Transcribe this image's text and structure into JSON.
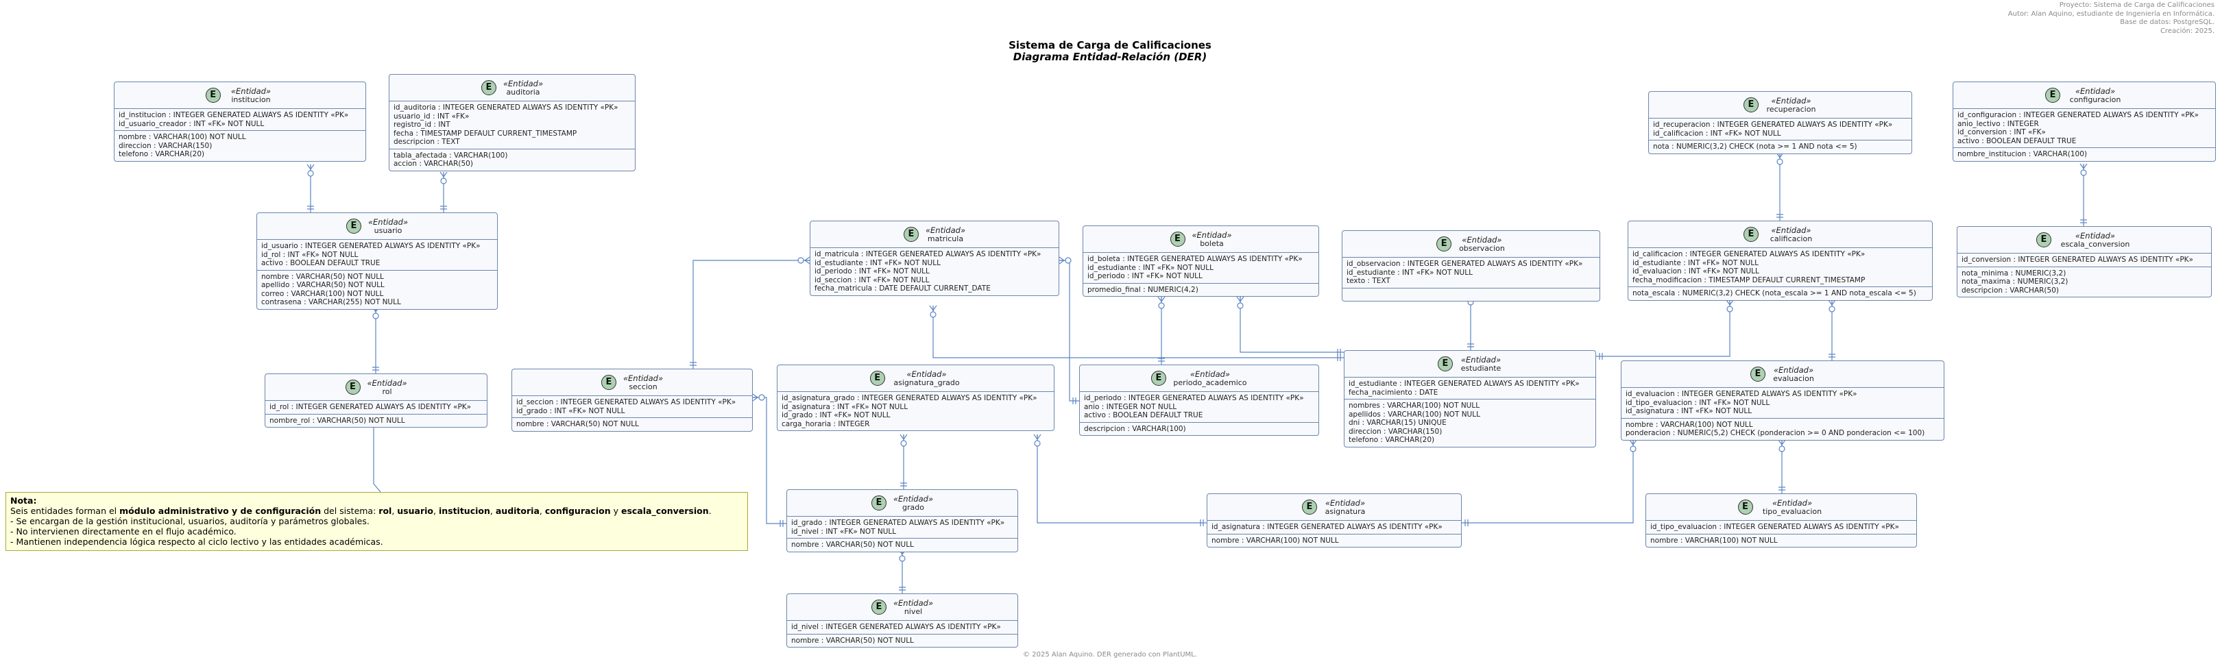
{
  "header": {
    "lines": [
      "Proyecto: Sistema de Carga de Calificaciones",
      "Autor: Alan Aquino, estudiante de Ingeniería en Informática.",
      "Base de datos: PostgreSQL.",
      "Creación: 2025."
    ]
  },
  "title": "Sistema de Carga de Calificaciones",
  "subtitle": "Diagrama Entidad-Relación (DER)",
  "footer": "© 2025 Alan Aquino. DER generado con PlantUML.",
  "stereotype": "«Entidad»",
  "badge": "E",
  "entities": [
    {
      "key": "institucion",
      "name": "institucion",
      "sections": [
        [
          "id_institucion : INTEGER GENERATED ALWAYS AS IDENTITY «PK»",
          "id_usuario_creador : INT «FK» NOT NULL"
        ],
        [
          "nombre : VARCHAR(100) NOT NULL",
          "direccion : VARCHAR(150)",
          "telefono : VARCHAR(20)"
        ]
      ]
    },
    {
      "key": "auditoria",
      "name": "auditoria",
      "sections": [
        [
          "id_auditoria : INTEGER GENERATED ALWAYS AS IDENTITY «PK»",
          "usuario_id : INT «FK»",
          "registro_id : INT",
          "fecha : TIMESTAMP DEFAULT CURRENT_TIMESTAMP",
          "descripcion : TEXT"
        ],
        [
          "tabla_afectada : VARCHAR(100)",
          "accion : VARCHAR(50)"
        ]
      ]
    },
    {
      "key": "usuario",
      "name": "usuario",
      "sections": [
        [
          "id_usuario : INTEGER GENERATED ALWAYS AS IDENTITY «PK»",
          "id_rol : INT «FK» NOT NULL",
          "activo : BOOLEAN DEFAULT TRUE"
        ],
        [
          "nombre : VARCHAR(50) NOT NULL",
          "apellido : VARCHAR(50) NOT NULL",
          "correo : VARCHAR(100) NOT NULL",
          "contrasena : VARCHAR(255) NOT NULL"
        ]
      ]
    },
    {
      "key": "rol",
      "name": "rol",
      "sections": [
        [
          "id_rol : INTEGER GENERATED ALWAYS AS IDENTITY «PK»"
        ],
        [
          "nombre_rol : VARCHAR(50) NOT NULL"
        ]
      ]
    },
    {
      "key": "seccion",
      "name": "seccion",
      "sections": [
        [
          "id_seccion : INTEGER GENERATED ALWAYS AS IDENTITY «PK»",
          "id_grado : INT «FK» NOT NULL"
        ],
        [
          "nombre : VARCHAR(50) NOT NULL"
        ]
      ]
    },
    {
      "key": "matricula",
      "name": "matricula",
      "sections": [
        [
          "id_matricula : INTEGER GENERATED ALWAYS AS IDENTITY «PK»",
          "id_estudiante : INT «FK» NOT NULL",
          "id_periodo : INT «FK» NOT NULL",
          "id_seccion : INT «FK» NOT NULL",
          "fecha_matricula : DATE DEFAULT CURRENT_DATE"
        ]
      ]
    },
    {
      "key": "asignatura_grado",
      "name": "asignatura_grado",
      "sections": [
        [
          "id_asignatura_grado : INTEGER GENERATED ALWAYS AS IDENTITY «PK»",
          "id_asignatura : INT «FK» NOT NULL",
          "id_grado : INT «FK» NOT NULL",
          "carga_horaria : INTEGER"
        ]
      ]
    },
    {
      "key": "grado",
      "name": "grado",
      "sections": [
        [
          "id_grado : INTEGER GENERATED ALWAYS AS IDENTITY «PK»",
          "id_nivel : INT «FK» NOT NULL"
        ],
        [
          "nombre : VARCHAR(50) NOT NULL"
        ]
      ]
    },
    {
      "key": "nivel",
      "name": "nivel",
      "sections": [
        [
          "id_nivel : INTEGER GENERATED ALWAYS AS IDENTITY «PK»"
        ],
        [
          "nombre : VARCHAR(50) NOT NULL"
        ]
      ]
    },
    {
      "key": "boleta",
      "name": "boleta",
      "sections": [
        [
          "id_boleta : INTEGER GENERATED ALWAYS AS IDENTITY «PK»",
          "id_estudiante : INT «FK» NOT NULL",
          "id_periodo : INT «FK» NOT NULL"
        ],
        [
          "promedio_final : NUMERIC(4,2)"
        ]
      ]
    },
    {
      "key": "periodo_academico",
      "name": "periodo_academico",
      "sections": [
        [
          "id_periodo : INTEGER GENERATED ALWAYS AS IDENTITY «PK»",
          "anio : INTEGER NOT NULL",
          "activo : BOOLEAN DEFAULT TRUE"
        ],
        [
          "descripcion : VARCHAR(100)"
        ]
      ]
    },
    {
      "key": "observacion",
      "name": "observacion",
      "sections": [
        [
          "id_observacion : INTEGER GENERATED ALWAYS AS IDENTITY «PK»",
          "id_estudiante : INT «FK» NOT NULL",
          "texto : TEXT"
        ],
        [
          ""
        ]
      ]
    },
    {
      "key": "estudiante",
      "name": "estudiante",
      "sections": [
        [
          "id_estudiante : INTEGER GENERATED ALWAYS AS IDENTITY «PK»",
          "fecha_nacimiento : DATE"
        ],
        [
          "nombres : VARCHAR(100) NOT NULL",
          "apellidos : VARCHAR(100) NOT NULL",
          "dni : VARCHAR(15) UNIQUE",
          "direccion : VARCHAR(150)",
          "telefono : VARCHAR(20)"
        ]
      ]
    },
    {
      "key": "asignatura",
      "name": "asignatura",
      "sections": [
        [
          "id_asignatura : INTEGER GENERATED ALWAYS AS IDENTITY «PK»"
        ],
        [
          "nombre : VARCHAR(100) NOT NULL"
        ]
      ]
    },
    {
      "key": "recuperacion",
      "name": "recuperacion",
      "sections": [
        [
          "id_recuperacion : INTEGER GENERATED ALWAYS AS IDENTITY «PK»",
          "id_calificacion : INT «FK» NOT NULL"
        ],
        [
          "nota : NUMERIC(3,2) CHECK (nota >= 1 AND nota <= 5)"
        ]
      ]
    },
    {
      "key": "calificacion",
      "name": "calificacion",
      "sections": [
        [
          "id_calificacion : INTEGER GENERATED ALWAYS AS IDENTITY «PK»",
          "id_estudiante : INT «FK» NOT NULL",
          "id_evaluacion : INT «FK» NOT NULL",
          "fecha_modificacion : TIMESTAMP DEFAULT CURRENT_TIMESTAMP"
        ],
        [
          "nota_escala : NUMERIC(3,2) CHECK (nota_escala >= 1 AND nota_escala <= 5)"
        ]
      ]
    },
    {
      "key": "evaluacion",
      "name": "evaluacion",
      "sections": [
        [
          "id_evaluacion : INTEGER GENERATED ALWAYS AS IDENTITY «PK»",
          "id_tipo_evaluacion : INT «FK» NOT NULL",
          "id_asignatura : INT «FK» NOT NULL"
        ],
        [
          "nombre : VARCHAR(100) NOT NULL",
          "ponderacion : NUMERIC(5,2) CHECK (ponderacion >= 0 AND ponderacion <= 100)"
        ]
      ]
    },
    {
      "key": "tipo_evaluacion",
      "name": "tipo_evaluacion",
      "sections": [
        [
          "id_tipo_evaluacion : INTEGER GENERATED ALWAYS AS IDENTITY «PK»"
        ],
        [
          "nombre : VARCHAR(100) NOT NULL"
        ]
      ]
    },
    {
      "key": "configuracion",
      "name": "configuracion",
      "sections": [
        [
          "id_configuracion : INTEGER GENERATED ALWAYS AS IDENTITY «PK»",
          "anio_lectivo : INTEGER",
          "id_conversion : INT «FK»",
          "activo : BOOLEAN DEFAULT TRUE"
        ],
        [
          "nombre_institucion : VARCHAR(100)"
        ]
      ]
    },
    {
      "key": "escala_conversion",
      "name": "escala_conversion",
      "sections": [
        [
          "id_conversion : INTEGER GENERATED ALWAYS AS IDENTITY «PK»"
        ],
        [
          "nota_minima : NUMERIC(3,2)",
          "nota_maxima : NUMERIC(3,2)",
          "descripcion : VARCHAR(50)"
        ]
      ]
    }
  ],
  "note": {
    "heading": "Nota:",
    "line1_parts": [
      "Seis entidades forman el ",
      "módulo administrativo y de configuración",
      " del sistema: ",
      "rol",
      ", ",
      "usuario",
      ", ",
      "institucion",
      ", ",
      "auditoria",
      ", ",
      "configuracion",
      " y ",
      "escala_conversion",
      "."
    ],
    "bullets": [
      "- Se encargan de la gestión institucional, usuarios, auditoría y parámetros globales.",
      "- No intervienen directamente en el flujo académico.",
      "- Mantienen independencia lógica respecto al ciclo lectivo y las entidades académicas."
    ]
  },
  "colors": {
    "line": "#5b84c4",
    "border": "#6d86ad",
    "fill": "#f7f9fc",
    "badge": "#add1b2",
    "note": "#feffdd"
  }
}
